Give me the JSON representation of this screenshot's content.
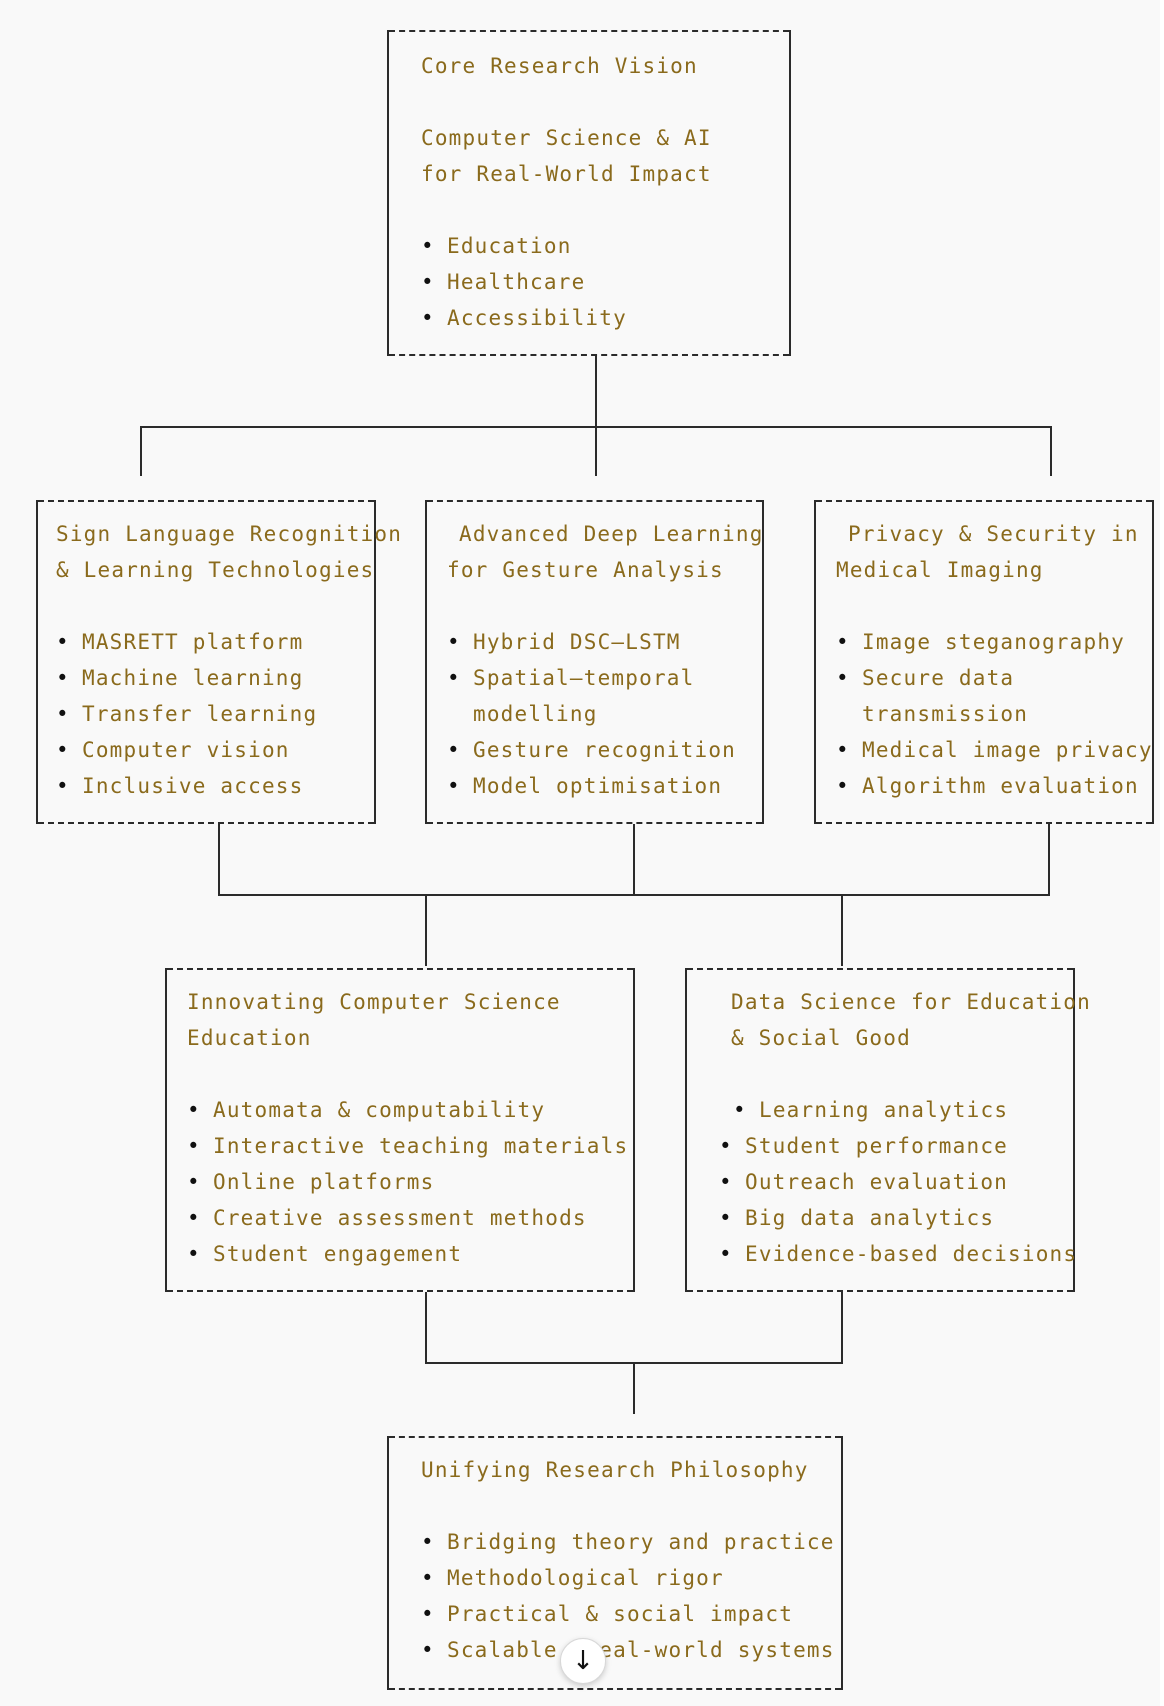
{
  "core": {
    "title": "Core Research Vision",
    "subtitle_line1": "Computer Science & AI",
    "subtitle_line2": "for Real-World Impact",
    "items": [
      "Education",
      "Healthcare",
      "Accessibility"
    ]
  },
  "level2": [
    {
      "title_line1": "Sign Language Recognition",
      "title_line2": "& Learning Technologies",
      "items": [
        "MASRETT platform",
        "Machine learning",
        "Transfer learning",
        "Computer vision",
        "Inclusive access"
      ]
    },
    {
      "title_line1": "Advanced Deep Learning",
      "title_line2": "for Gesture Analysis",
      "items": [
        "Hybrid DSC–LSTM",
        "Spatial–temporal",
        "modelling",
        "Gesture recognition",
        "Model optimisation"
      ]
    },
    {
      "title_line1": "Privacy & Security in",
      "title_line2": "Medical Imaging",
      "items": [
        "Image steganography",
        "Secure data",
        "transmission",
        "Medical image privacy",
        "Algorithm evaluation"
      ]
    }
  ],
  "level3": [
    {
      "title_line1": "Innovating Computer Science",
      "title_line2": "Education",
      "items": [
        "Automata & computability",
        "Interactive teaching materials",
        "Online platforms",
        "Creative assessment methods",
        "Student engagement"
      ]
    },
    {
      "title_line1": "Data Science for Education",
      "title_line2": "& Social Good",
      "items": [
        "Learning analytics",
        "Student performance",
        "Outreach evaluation",
        "Big data analytics",
        "Evidence-based decisions"
      ]
    }
  ],
  "philosophy": {
    "title": "Unifying Research Philosophy",
    "items": [
      "Bridging theory and practice",
      "Methodological rigor",
      "Practical & social impact",
      "Scalable, real-world systems"
    ]
  },
  "scroll_button": {
    "icon": "arrow-down-icon",
    "glyph": "↓"
  },
  "colors": {
    "text": "#8a6a1c",
    "highlight": "#c49a3a",
    "line": "#2b2b2b",
    "background": "#f9f9f9"
  }
}
